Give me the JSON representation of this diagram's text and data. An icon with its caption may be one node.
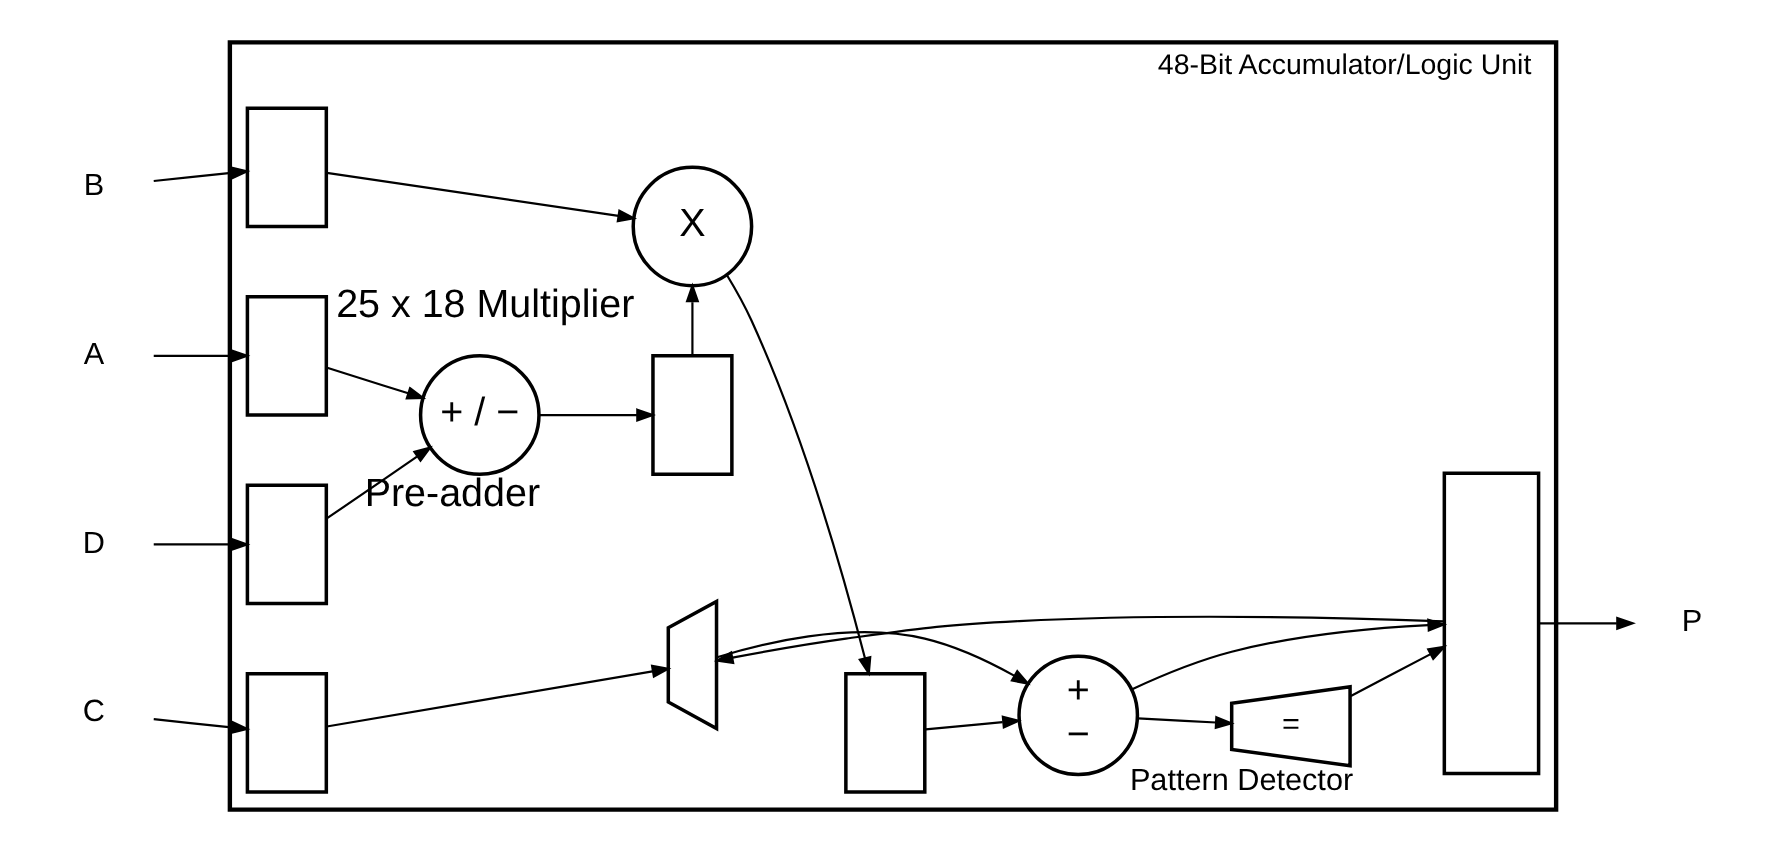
{
  "diagram": {
    "nodes": [
      {
        "text": [
          "48-Bit Accumulator/Logic Unit"
        ]
      },
      {
        "text": [
          "B"
        ]
      },
      {
        "text": [
          "A"
        ]
      },
      {
        "text": [
          "D"
        ]
      },
      {
        "text": [
          "C"
        ]
      },
      {
        "text": [
          "P"
        ]
      },
      {
        "text": [],
        "shape": "box",
        "in": 0
      },
      {
        "text": [],
        "shape": "box",
        "in": 0
      },
      {
        "text": [],
        "shape": "box",
        "in": 0
      },
      {
        "text": [],
        "shape": "box",
        "in": 0
      },
      {
        "text": [
          "+ / −"
        ],
        "beside": [
          "Pre-adder"
        ],
        "in": 0
      },
      {
        "text": [],
        "shape": "box",
        "in": 0
      },
      {
        "text": [
          "X"
        ],
        "beside": [
          "25 x 18 Multiplier"
        ],
        "in": 0
      },
      {
        "text": [],
        "shape": "box",
        "in": 0
      },
      {
        "text": [
          "+",
          "−"
        ],
        "in": 0
      },
      {
        "text": [],
        "shape": "trapezium",
        "in": 0
      },
      {
        "text": [
          "="
        ],
        "beside": [
          "Pattern Detector"
        ],
        "in": 0
      },
      {
        "text": [],
        "shape": "box",
        "in": 0
      }
    ],
    "edges": [
      {
        "from": 1,
        "to": 6,
        "arrow": "to"
      },
      {
        "from": 2,
        "to": 7,
        "arrow": "to"
      },
      {
        "from": 3,
        "to": 8,
        "arrow": "to"
      },
      {
        "from": 4,
        "to": 9,
        "arrow": "to"
      },
      {
        "from": 6,
        "to": 12,
        "arrow": "to"
      },
      {
        "from": 7,
        "to": 10,
        "arrow": "to"
      },
      {
        "from": 8,
        "to": 10,
        "arrow": "to"
      },
      {
        "from": 10,
        "to": 11,
        "arrow": "to"
      },
      {
        "from": 11,
        "to": 12,
        "arrow": "to"
      },
      {
        "from": 12,
        "to": 13,
        "arrow": "to"
      },
      {
        "from": 13,
        "to": 14,
        "arrow": "to"
      },
      {
        "from": 9,
        "to": 15,
        "arrow": "to"
      },
      {
        "from": 15,
        "to": 14,
        "arrow": "to"
      },
      {
        "from": 14,
        "to": 17,
        "arrow": "to"
      },
      {
        "from": 14,
        "to": 16,
        "arrow": "to"
      },
      {
        "from": 16,
        "to": 17,
        "arrow": "to"
      },
      {
        "from": 17,
        "to": 5,
        "arrow": "to"
      },
      {
        "from": 17,
        "to": 15,
        "arrow": "to"
      }
    ]
  }
}
